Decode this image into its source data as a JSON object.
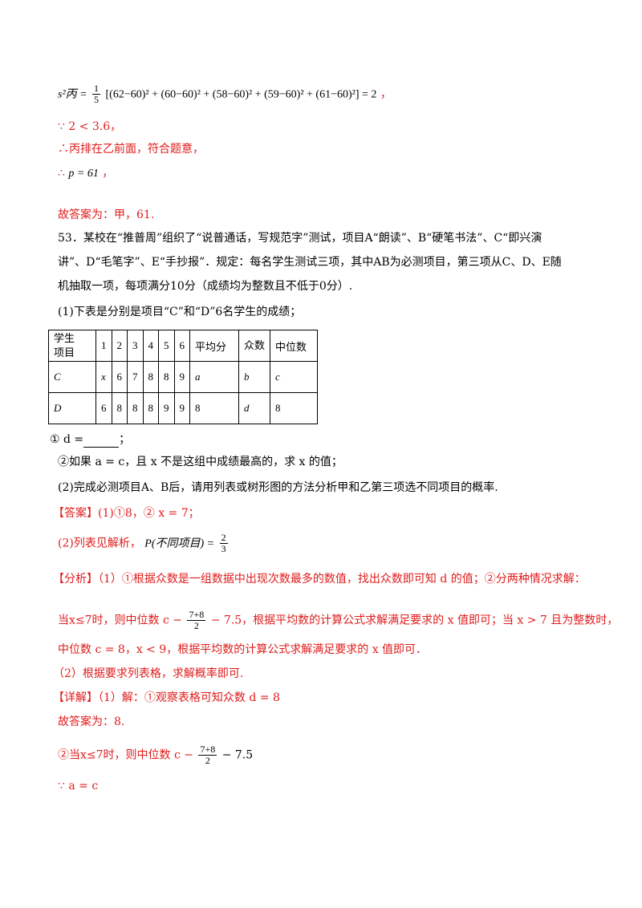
{
  "variance_line": {
    "lhs": "s²丙 =",
    "frac_num": "1",
    "frac_den": "5",
    "bracket": "[(62−60)² + (60−60)² + (58−60)² + (59−60)² + (61−60)²] = 2",
    "tail": "，"
  },
  "because_line": "∵ 2 < 3.6，",
  "therefore_line": "∴丙排在乙前面，符合题意，",
  "p_line": {
    "prefix": "∴",
    "expr": "p = 61",
    "tail": "，"
  },
  "answer_1": "故答案为：甲，61.",
  "q53": {
    "line1": "53．某校在“推普周”组织了“说普通话，写规范字”测试，项目A“朗读”、B“硬笔书法”、C“即兴演",
    "line2": "讲”、D“毛笔字”、E“手抄报”．规定：每名学生测试三项，其中AB为必测项目，第三项从C、D、E随",
    "line3": "机抽取一项，每项满分10分（成绩均为整数且不低于0分）.",
    "part1": "(1)下表是分别是项目“C”和“D”6名学生的成绩；"
  },
  "table": {
    "head_top": "学生",
    "head_bottom": "项目",
    "cols": [
      "1",
      "2",
      "3",
      "4",
      "5",
      "6",
      "平均分",
      "众数",
      "中位数"
    ],
    "rows": [
      {
        "label": "C",
        "cells": [
          "x",
          "6",
          "7",
          "8",
          "8",
          "9",
          "a",
          "b",
          "c"
        ]
      },
      {
        "label": "D",
        "cells": [
          "6",
          "8",
          "8",
          "8",
          "9",
          "9",
          "8",
          "d",
          "8"
        ]
      }
    ]
  },
  "sub1": "① d =",
  "sub1_tail": "；",
  "sub2": "②如果 a = c，且 x 不是这组中成绩最高的，求 x 的值；",
  "part2": "(2)完成必测项目A、B后，请用列表或树形图的方法分析甲和乙第三项选不同项目的概率.",
  "answer_tag": "【答案】",
  "answer_text": "(1)①8，② x = 7；",
  "answer_2_prefix": "(2)列表见解析，",
  "answer_2_p": "P(不同项目) =",
  "answer_2_num": "2",
  "answer_2_den": "3",
  "analysis_tag": "【分析】",
  "analysis_1": "（1）①根据众数是一组数据中出现次数最多的数值，找出众数即可知 d 的值；②分两种情况求解：",
  "analysis_2a": "当x≤7时，则中位数 c −",
  "analysis_2_num": "7+8",
  "analysis_2_den": "2",
  "analysis_2b": "− 7.5，根据平均数的计算公式求解满足要求的 x 值即可；当 x > 7 且为整数时，",
  "analysis_3": "中位数 c = 8，x < 9，根据平均数的计算公式求解满足要求的 x 值即可．",
  "analysis_4": "（2）根据要求列表格，求解概率即可.",
  "detail_tag": "【详解】",
  "detail_1": "（1）解：①观察表格可知众数 d = 8",
  "answer_3": "故答案为：8.",
  "detail_2a": "②当x≤7时，则中位数 c −",
  "detail_2_num": "7+8",
  "detail_2_den": "2",
  "detail_2b": "− 7.5",
  "detail_3": "∵ a = c",
  "colors": {
    "red": "#e01b1b",
    "black": "#000000"
  }
}
